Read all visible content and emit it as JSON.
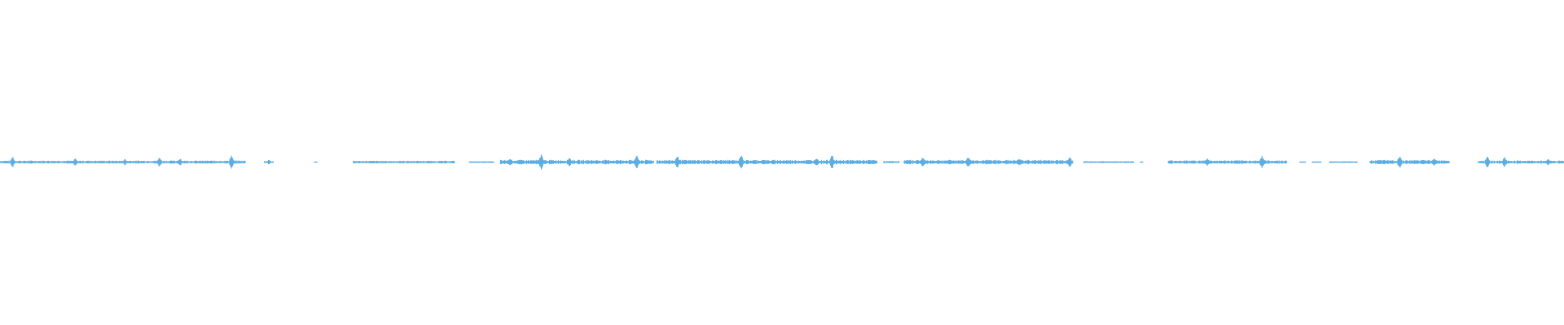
{
  "waveform": {
    "color": "#5dade2",
    "background": "#ffffff",
    "segments": [
      {
        "start": 0.0,
        "end": 0.157,
        "level": 0.18
      },
      {
        "start": 0.169,
        "end": 0.175,
        "level": 0.12
      },
      {
        "start": 0.201,
        "end": 0.203,
        "level": 0.05
      },
      {
        "start": 0.226,
        "end": 0.291,
        "level": 0.15
      },
      {
        "start": 0.3,
        "end": 0.316,
        "level": 0.08
      },
      {
        "start": 0.32,
        "end": 0.418,
        "level": 0.25
      },
      {
        "start": 0.42,
        "end": 0.561,
        "level": 0.25
      },
      {
        "start": 0.565,
        "end": 0.575,
        "level": 0.12
      },
      {
        "start": 0.578,
        "end": 0.686,
        "level": 0.25
      },
      {
        "start": 0.693,
        "end": 0.725,
        "level": 0.1
      },
      {
        "start": 0.729,
        "end": 0.731,
        "level": 0.05
      },
      {
        "start": 0.747,
        "end": 0.823,
        "level": 0.2
      },
      {
        "start": 0.831,
        "end": 0.835,
        "level": 0.06
      },
      {
        "start": 0.839,
        "end": 0.845,
        "level": 0.06
      },
      {
        "start": 0.85,
        "end": 0.868,
        "level": 0.08
      },
      {
        "start": 0.876,
        "end": 0.927,
        "level": 0.24
      },
      {
        "start": 0.945,
        "end": 1.0,
        "level": 0.18
      }
    ],
    "bursts": [
      {
        "at": 0.008,
        "amp": 0.7
      },
      {
        "at": 0.048,
        "amp": 0.5
      },
      {
        "at": 0.08,
        "amp": 0.4
      },
      {
        "at": 0.102,
        "amp": 0.6
      },
      {
        "at": 0.115,
        "amp": 0.5
      },
      {
        "at": 0.148,
        "amp": 0.8
      },
      {
        "at": 0.172,
        "amp": 0.3
      },
      {
        "at": 0.326,
        "amp": 0.5
      },
      {
        "at": 0.346,
        "amp": 1.0
      },
      {
        "at": 0.364,
        "amp": 0.6
      },
      {
        "at": 0.407,
        "amp": 0.9
      },
      {
        "at": 0.433,
        "amp": 0.9
      },
      {
        "at": 0.474,
        "amp": 1.0
      },
      {
        "at": 0.488,
        "amp": 0.4
      },
      {
        "at": 0.522,
        "amp": 0.5
      },
      {
        "at": 0.532,
        "amp": 0.9
      },
      {
        "at": 0.59,
        "amp": 0.6
      },
      {
        "at": 0.619,
        "amp": 0.7
      },
      {
        "at": 0.652,
        "amp": 0.5
      },
      {
        "at": 0.684,
        "amp": 0.6
      },
      {
        "at": 0.772,
        "amp": 0.5
      },
      {
        "at": 0.807,
        "amp": 0.8
      },
      {
        "at": 0.895,
        "amp": 0.9
      },
      {
        "at": 0.917,
        "amp": 0.6
      },
      {
        "at": 0.951,
        "amp": 0.7
      },
      {
        "at": 0.962,
        "amp": 0.6
      },
      {
        "at": 0.99,
        "amp": 0.4
      }
    ]
  }
}
